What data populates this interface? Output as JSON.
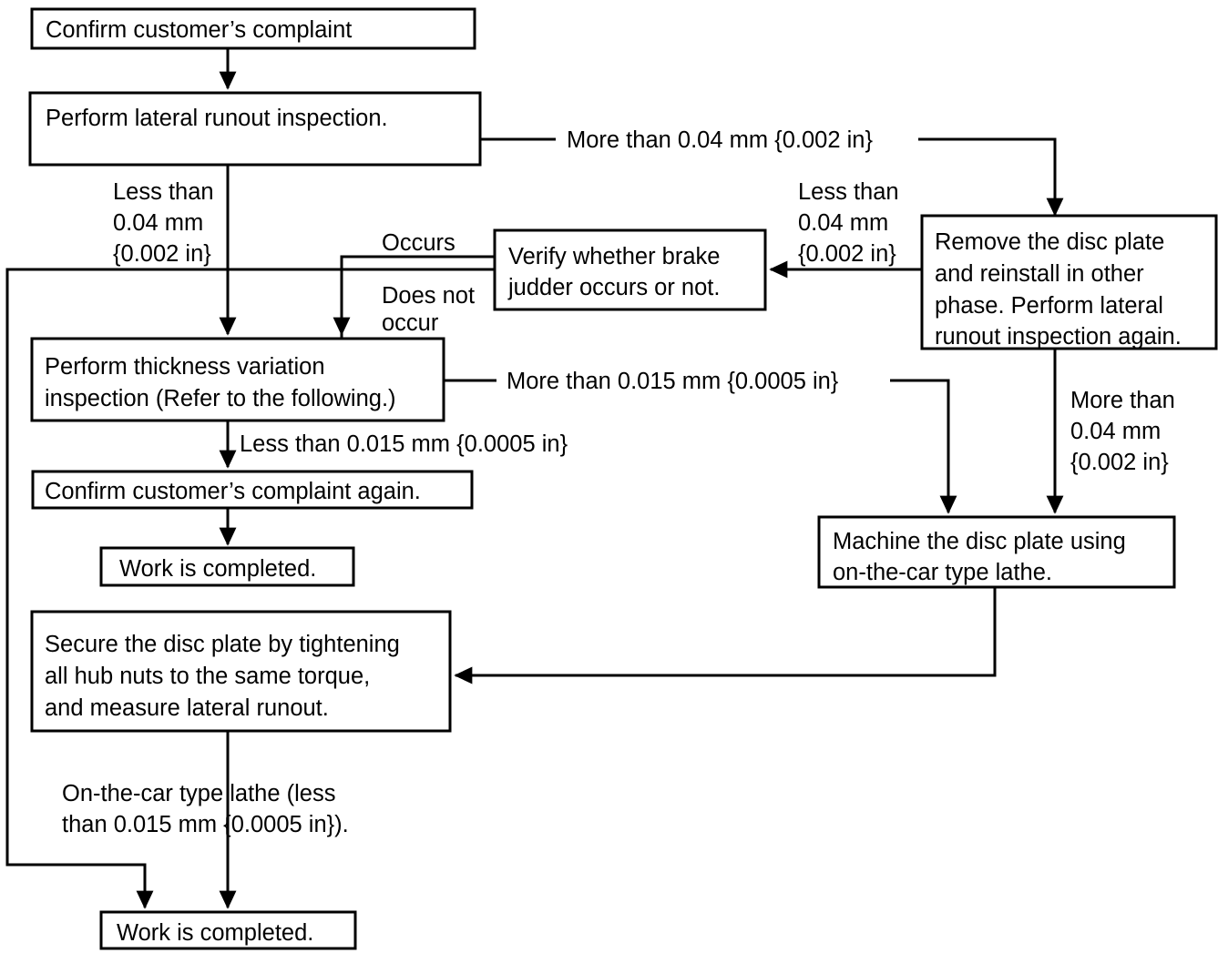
{
  "diagram": {
    "title": "Brake judder / disc plate lateral runout diagnostic flowchart",
    "type": "flowchart",
    "colors": {
      "background": "#ffffff",
      "stroke": "#000000",
      "text": "#000000",
      "box_fill": "#ffffff"
    },
    "nodes": [
      {
        "id": "confirm-complaint",
        "lines": [
          "Confirm customer’s complaint"
        ]
      },
      {
        "id": "perform-lateral-runout",
        "lines": [
          "Perform lateral runout inspection."
        ]
      },
      {
        "id": "remove-disc-plate",
        "lines": [
          "Remove the disc plate",
          "and reinstall in other",
          "phase. Perform lateral",
          "runout inspection again."
        ]
      },
      {
        "id": "verify-brake-judder",
        "lines": [
          "Verify whether brake",
          "judder occurs or not."
        ]
      },
      {
        "id": "thickness-variation",
        "lines": [
          "Perform thickness variation",
          "inspection (Refer to the following.)"
        ]
      },
      {
        "id": "confirm-complaint-again",
        "lines": [
          "Confirm customer’s complaint again."
        ]
      },
      {
        "id": "work-completed-upper",
        "lines": [
          "Work is completed."
        ]
      },
      {
        "id": "machine-disc-plate",
        "lines": [
          "Machine the disc plate using",
          "on-the-car type lathe."
        ]
      },
      {
        "id": "secure-disc-plate",
        "lines": [
          "Secure the disc plate by tightening",
          "all hub nuts to the same torque,",
          "and measure lateral runout."
        ]
      },
      {
        "id": "work-completed-lower",
        "lines": [
          "Work is completed."
        ]
      }
    ],
    "edge_labels": [
      {
        "id": "more-than-004-top",
        "lines": [
          "More than 0.04 mm {0.002 in}"
        ],
        "from": "perform-lateral-runout",
        "to": "remove-disc-plate"
      },
      {
        "id": "less-than-004-left",
        "lines": [
          "Less than",
          "0.04 mm",
          "{0.002 in}"
        ],
        "from": "perform-lateral-runout",
        "to": "thickness-variation"
      },
      {
        "id": "less-than-004-right",
        "lines": [
          "Less than",
          "0.04 mm",
          "{0.002 in}"
        ],
        "from": "remove-disc-plate",
        "to": "verify-brake-judder"
      },
      {
        "id": "occurs",
        "lines": [
          "Occurs"
        ],
        "from": "verify-brake-judder",
        "to": "secure-disc-plate"
      },
      {
        "id": "does-not-occur",
        "lines": [
          "Does not",
          "occur"
        ],
        "from": "verify-brake-judder",
        "to": "thickness-variation"
      },
      {
        "id": "more-than-0015",
        "lines": [
          "More than 0.015 mm {0.0005 in}"
        ],
        "from": "thickness-variation",
        "to": "machine-disc-plate"
      },
      {
        "id": "less-than-0015",
        "lines": [
          "Less than 0.015 mm {0.0005 in}"
        ],
        "from": "thickness-variation",
        "to": "confirm-complaint-again"
      },
      {
        "id": "more-than-004-right",
        "lines": [
          "More than",
          "0.04 mm",
          "{0.002 in}"
        ],
        "from": "remove-disc-plate",
        "to": "machine-disc-plate"
      },
      {
        "id": "on-the-car-lathe",
        "lines": [
          "On-the-car type lathe (less",
          "than 0.015 mm {0.0005 in})."
        ],
        "from": "secure-disc-plate",
        "to": "work-completed-lower"
      }
    ]
  }
}
